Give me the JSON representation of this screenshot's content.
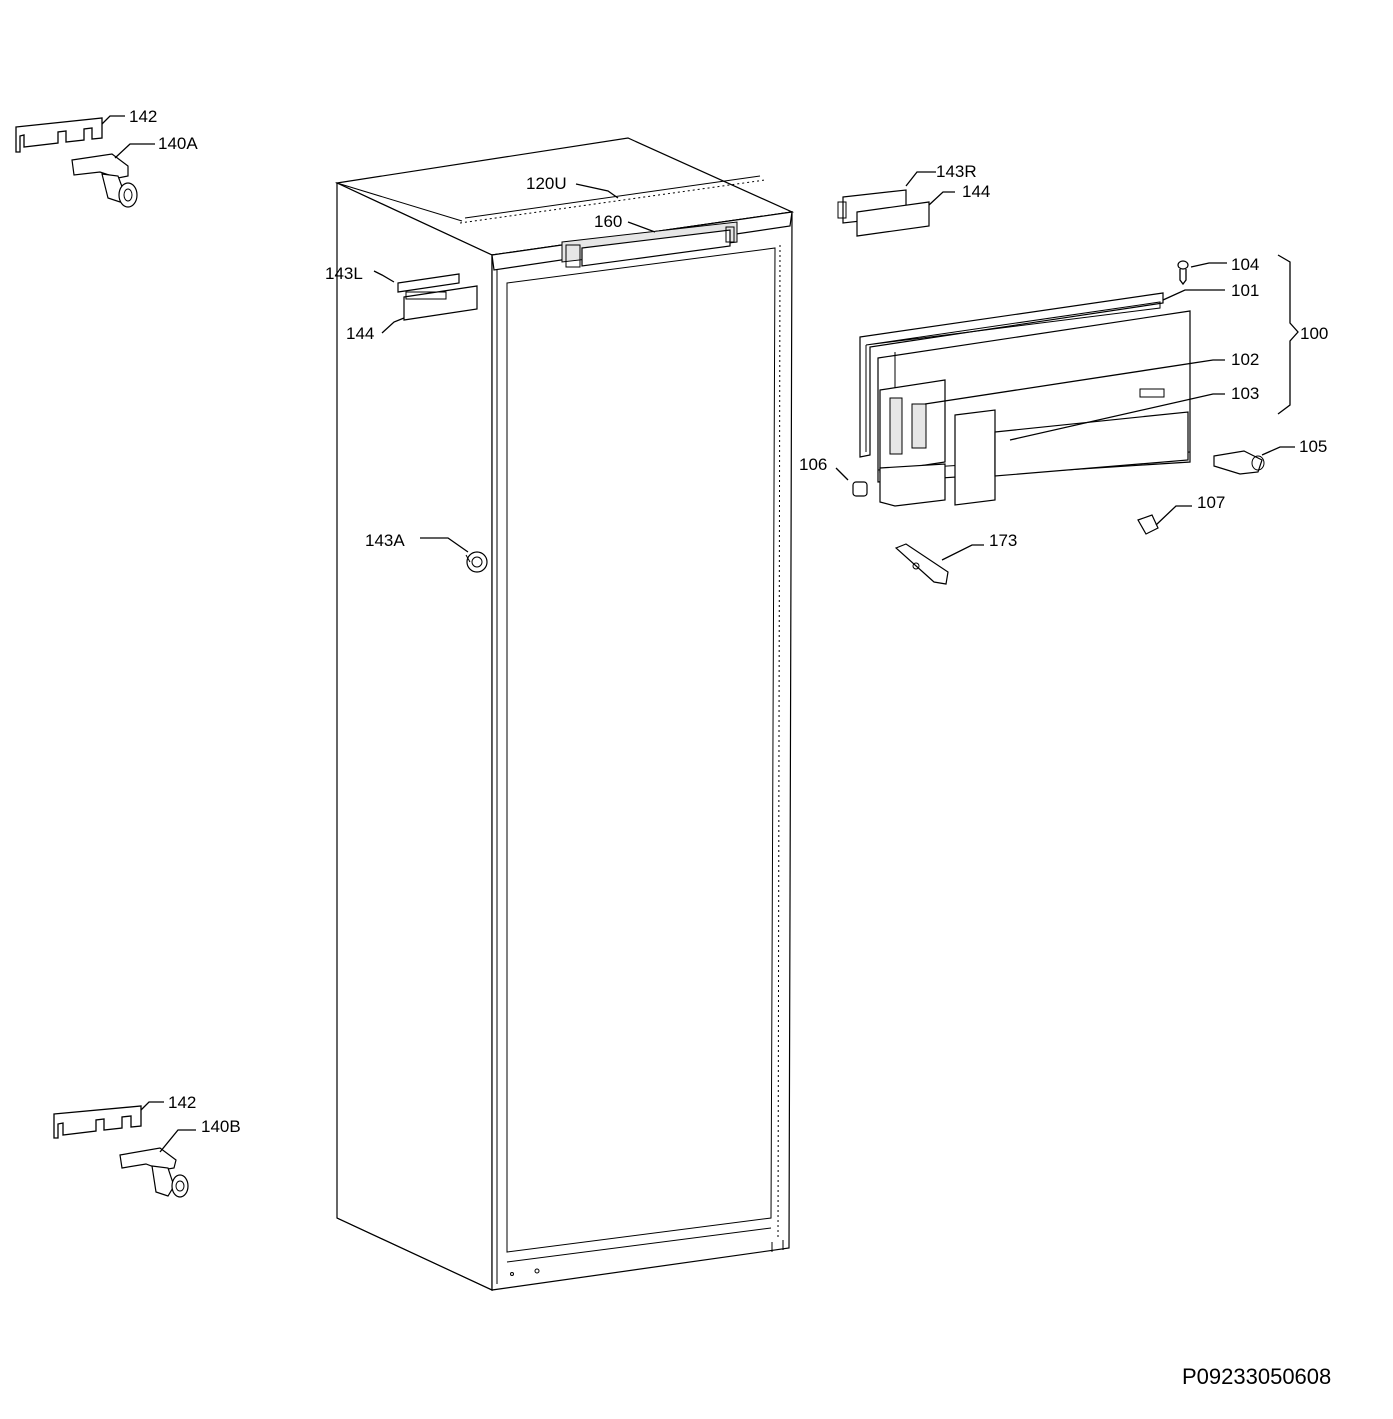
{
  "labels": {
    "l142_top": "142",
    "l140A": "140A",
    "l120U": "120U",
    "l160": "160",
    "l143L": "143L",
    "l144_left": "144",
    "l143R": "143R",
    "l144_right": "144",
    "l104": "104",
    "l101": "101",
    "l100": "100",
    "l102": "102",
    "l103": "103",
    "l105": "105",
    "l106": "106",
    "l107": "107",
    "l173": "173",
    "l143A": "143A",
    "l142_bottom": "142",
    "l140B": "140B"
  },
  "drawing_ref": "P09233050608"
}
